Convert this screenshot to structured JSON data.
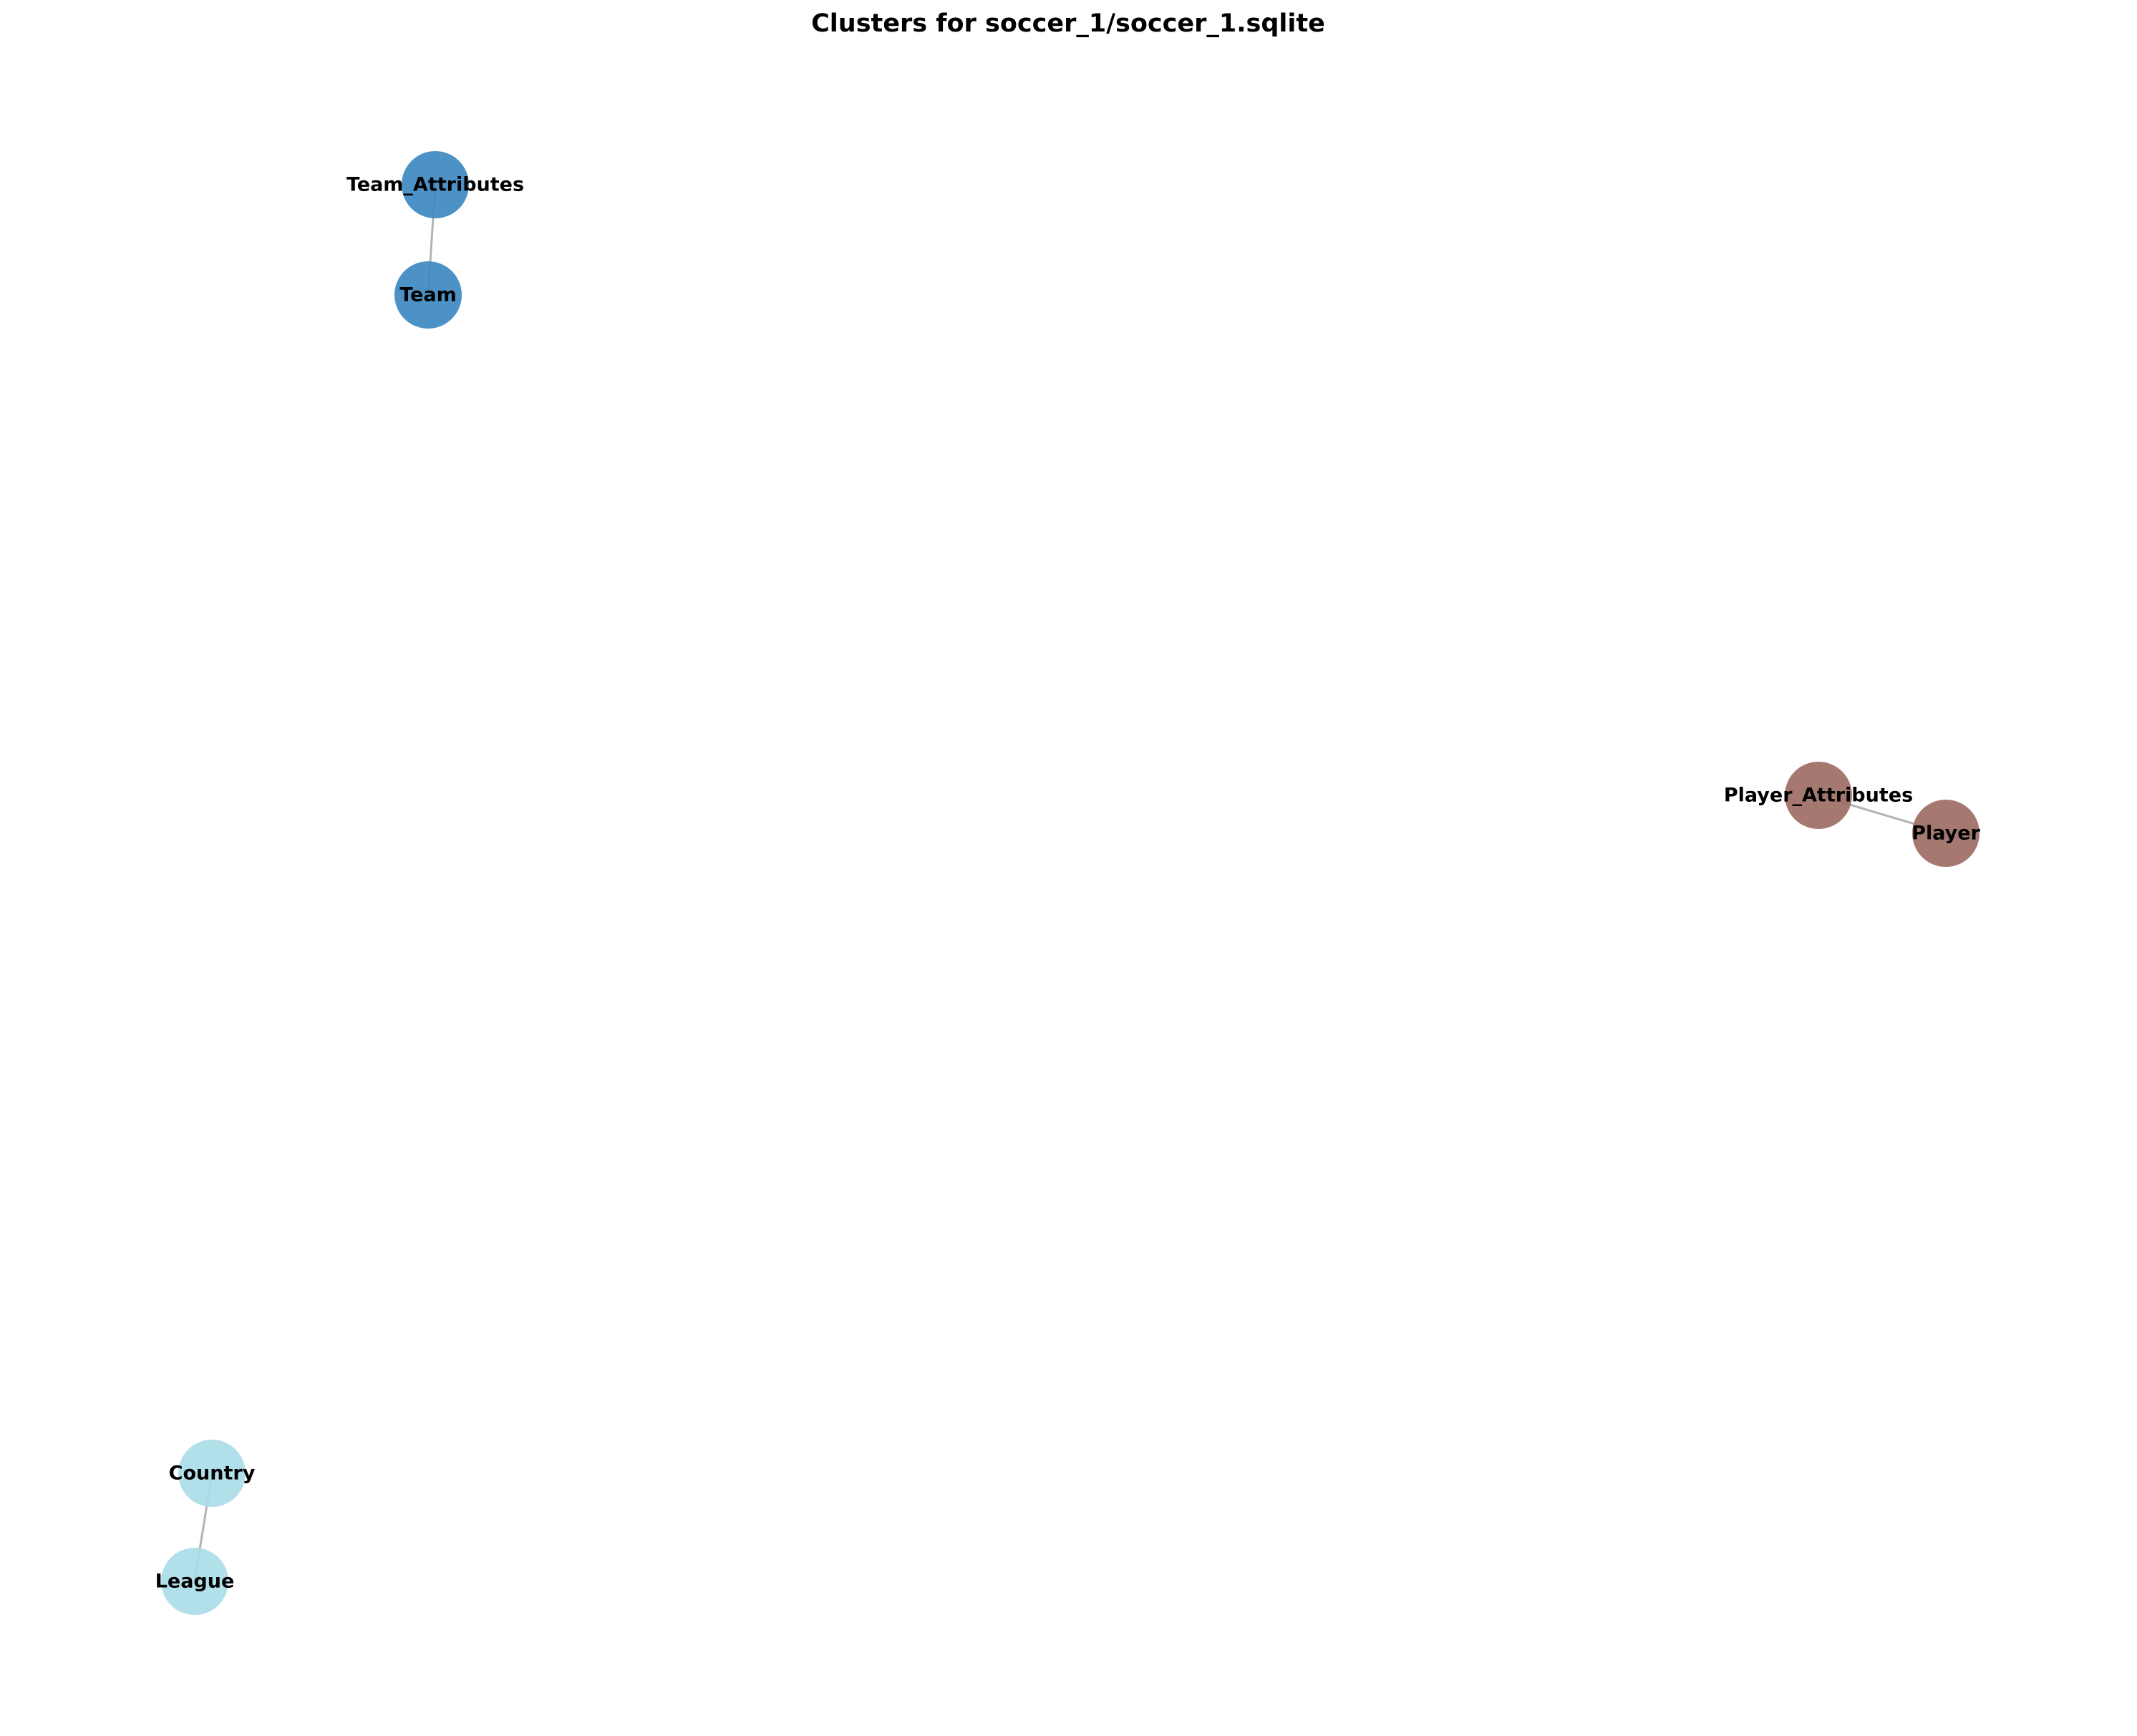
{
  "title": "Clusters for soccer_1/soccer_1.sqlite",
  "clusters": [
    {
      "id": "cluster-team",
      "color": "#3a86c0"
    },
    {
      "id": "cluster-player",
      "color": "#9b6a60"
    },
    {
      "id": "cluster-country",
      "color": "#aadde8"
    }
  ],
  "nodes": [
    {
      "id": "team_attributes",
      "label": "Team_Attributes",
      "cluster": "cluster-team"
    },
    {
      "id": "team",
      "label": "Team",
      "cluster": "cluster-team"
    },
    {
      "id": "player_attributes",
      "label": "Player_Attributes",
      "cluster": "cluster-player"
    },
    {
      "id": "player",
      "label": "Player",
      "cluster": "cluster-player"
    },
    {
      "id": "country",
      "label": "Country",
      "cluster": "cluster-country"
    },
    {
      "id": "league",
      "label": "League",
      "cluster": "cluster-country"
    }
  ],
  "edges": [
    {
      "source": "team_attributes",
      "target": "team"
    },
    {
      "source": "player_attributes",
      "target": "player"
    },
    {
      "source": "country",
      "target": "league"
    }
  ],
  "edge_color": "#b3b3b3"
}
